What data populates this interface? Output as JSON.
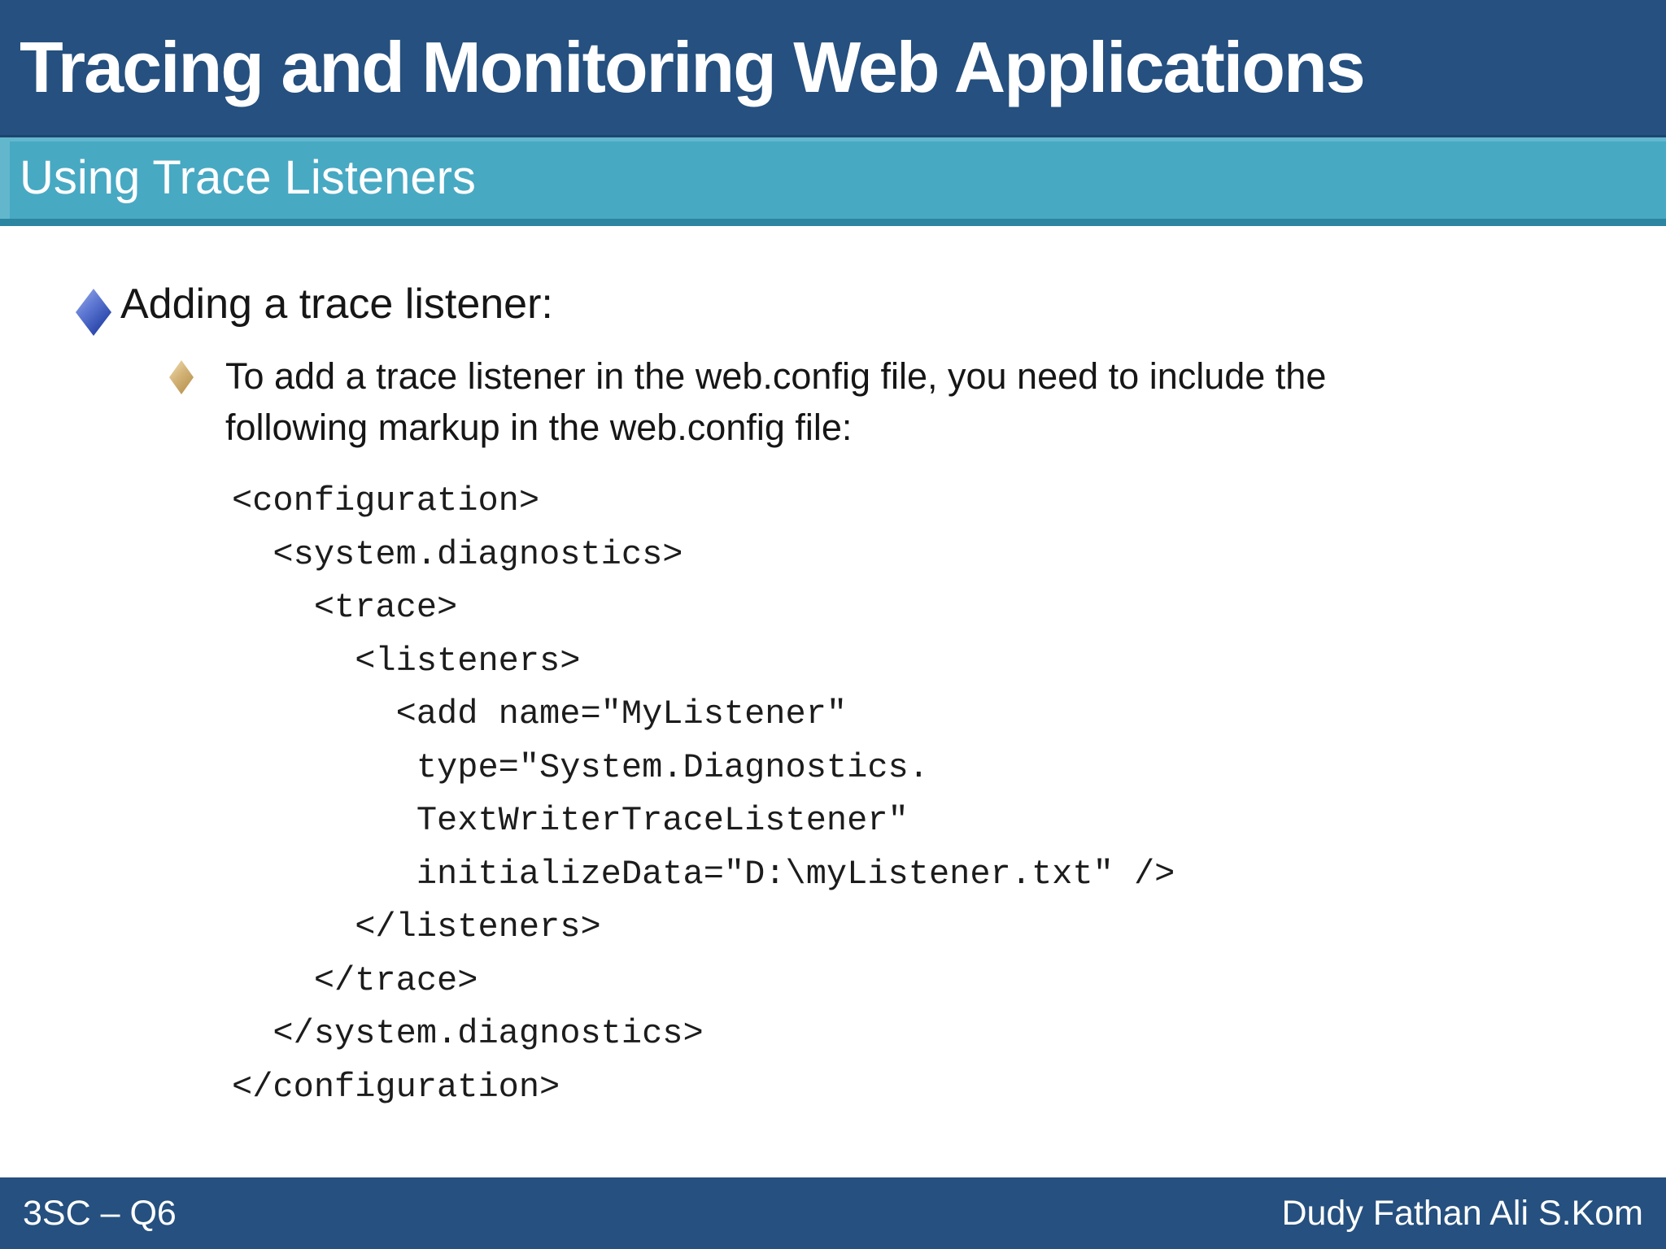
{
  "slide": {
    "title": "Tracing and Monitoring Web Applications",
    "subtitle": "Using Trace Listeners",
    "bullet1": "Adding a trace listener:",
    "bullet2": {
      "line1": "To add a trace listener in the web.config file, you need to include the",
      "line2": "following markup in the web.config file:"
    },
    "code": "<configuration>\n  <system.diagnostics>\n    <trace>\n      <listeners>\n        <add name=\"MyListener\"\n         type=\"System.Diagnostics.\n         TextWriterTraceListener\"\n         initializeData=\"D:\\myListener.txt\" />\n      </listeners>\n    </trace>\n  </system.diagnostics>\n</configuration>",
    "footer": {
      "left": "3SC – Q6",
      "right": "Dudy Fathan Ali S.Kom"
    }
  },
  "icons": {
    "bullet_level1": "blue-diamond-icon",
    "bullet_level2": "gold-diamond-icon"
  },
  "colors": {
    "title_bar": "#25507f",
    "subtitle_bar": "#48a9c3",
    "subtitle_highlight": "#63b7cc",
    "subtitle_border_bottom": "#2c85a1",
    "footer_bar": "#25507f",
    "text": "#161616",
    "title_text": "#ffffff",
    "blue_diamond": "#2f4cae",
    "gold_diamond": "#d3b277"
  }
}
